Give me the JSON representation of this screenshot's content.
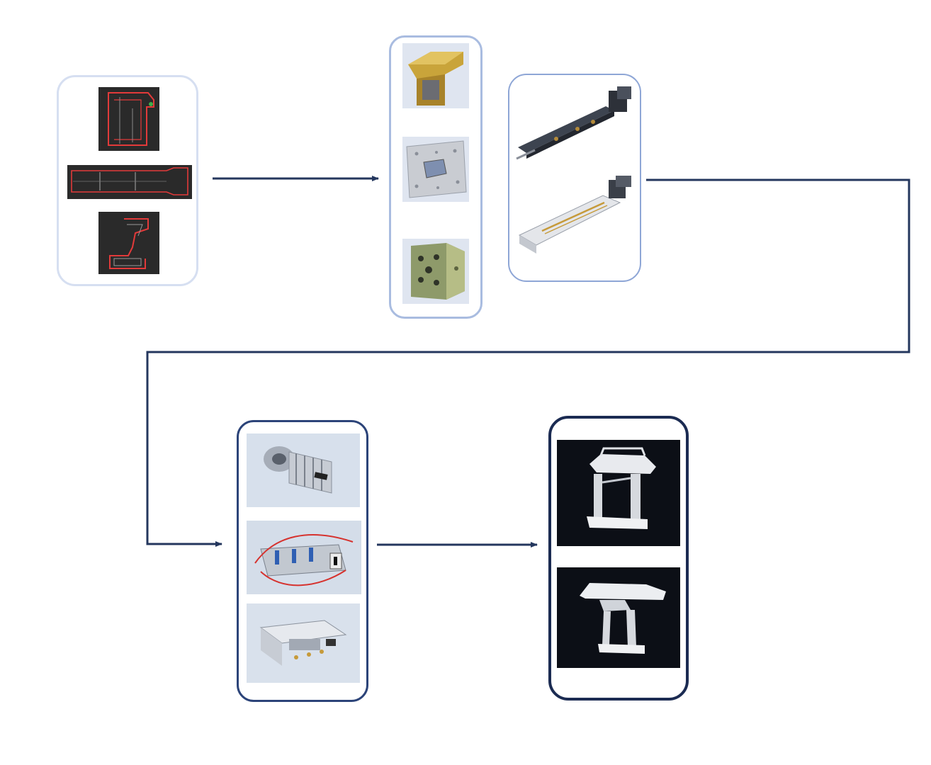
{
  "colors": {
    "line": "#24375e",
    "stage1_border": "#d6dff1",
    "stage2_border": "#a9bce0",
    "stage3_border": "#8ea6d6",
    "stage4_border": "#2c4479",
    "stage5_border": "#1b2b52",
    "cad_bg": "#2a2a2a",
    "cad_line": "#e23a3a",
    "render_bg_dark": "#0c0f16"
  },
  "stages": [
    {
      "name": "profile-drawings",
      "items": [
        "cad-window-profile-icon",
        "cad-long-profile-icon",
        "cad-sash-profile-icon"
      ]
    },
    {
      "name": "die-design-models",
      "items": [
        "profile-3d-model-icon",
        "die-plate-model-icon",
        "die-block-model-icon"
      ]
    },
    {
      "name": "extrusion-line-models",
      "items": [
        "calibration-line-icon",
        "cooling-tank-line-icon"
      ]
    },
    {
      "name": "manufactured-tooling",
      "items": [
        "extrusion-die-photo-icon",
        "calibrator-with-hoses-photo-icon",
        "vacuum-tank-tooling-photo-icon"
      ]
    },
    {
      "name": "final-profiles",
      "items": [
        "final-profile-photo-1-icon",
        "final-profile-photo-2-icon"
      ]
    }
  ]
}
